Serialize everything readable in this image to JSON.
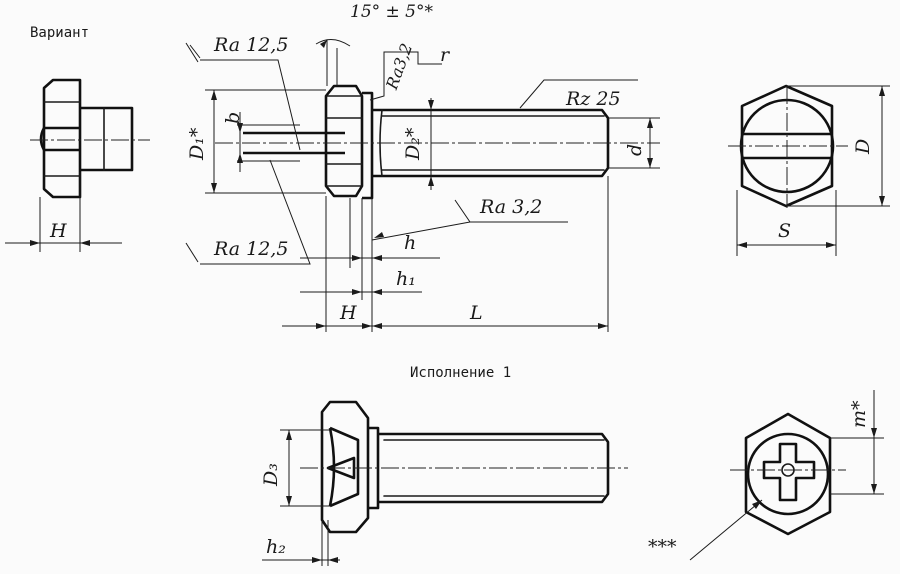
{
  "captions": {
    "variant": "Вариант",
    "execution": "Исполнение 1"
  },
  "labels": {
    "angle_tol": "15° ± 5°*",
    "ra_top": "Ra 12,5",
    "ra_small": "Ra3,2",
    "r": "r",
    "rz": "Rz 25",
    "d1": "D₁*",
    "b": "b",
    "d2": "D₂*",
    "d": "d",
    "D": "D",
    "S": "S",
    "H_left": "H",
    "ra_bottom": "Ra 12,5",
    "ra_mid": "Ra 3,2",
    "h": "h",
    "h1": "h₁",
    "H_main": "H",
    "L": "L",
    "m": "m*",
    "d3": "D₃",
    "h2": "h₂",
    "stars": "***"
  }
}
